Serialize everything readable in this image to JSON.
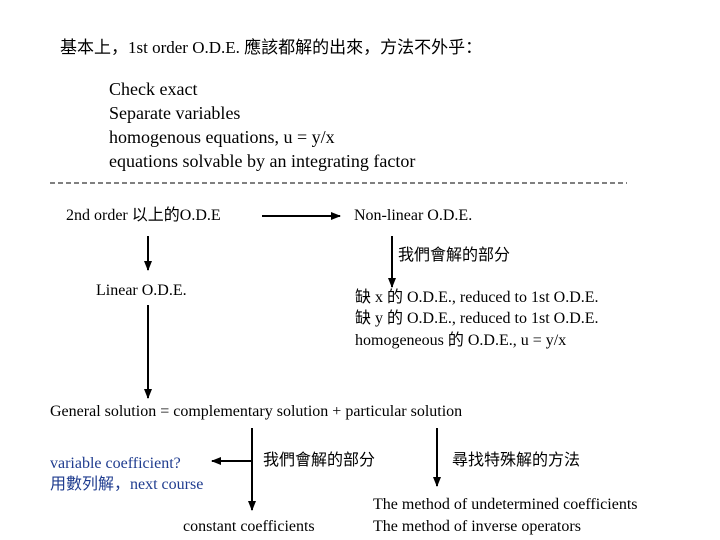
{
  "title": "基本上，1st order O.D.E. 應該都解的出來，方法不外乎：",
  "methods": [
    "Check exact",
    "Separate variables",
    "homogenous equations, u = y/x",
    "equations solvable by an integrating factor"
  ],
  "nodes": {
    "second_order": "2nd order 以上的O.D.E",
    "nonlinear": "Non-linear O.D.E.",
    "we_can_solve_1": "我們會解的部分",
    "nonlinear_cases": [
      "缺 x 的 O.D.E.,   reduced to 1st O.D.E.",
      "缺 y 的 O.D.E.,   reduced to 1st O.D.E.",
      "homogeneous 的 O.D.E., u = y/x"
    ],
    "linear": "Linear O.D.E.",
    "general_solution": "General solution = complementary solution + particular solution",
    "variable_coeff": "variable coefficient?",
    "series_solution": "用數列解，next course",
    "we_can_solve_2": "我們會解的部分",
    "constant_coeff": "constant coefficients",
    "particular_methods_title": "尋找特殊解的方法",
    "particular_methods": [
      "The method of undetermined coefficients",
      "The method of inverse operators"
    ]
  },
  "colors": {
    "text": "#000000",
    "blue_text": "#1f3c8f"
  }
}
